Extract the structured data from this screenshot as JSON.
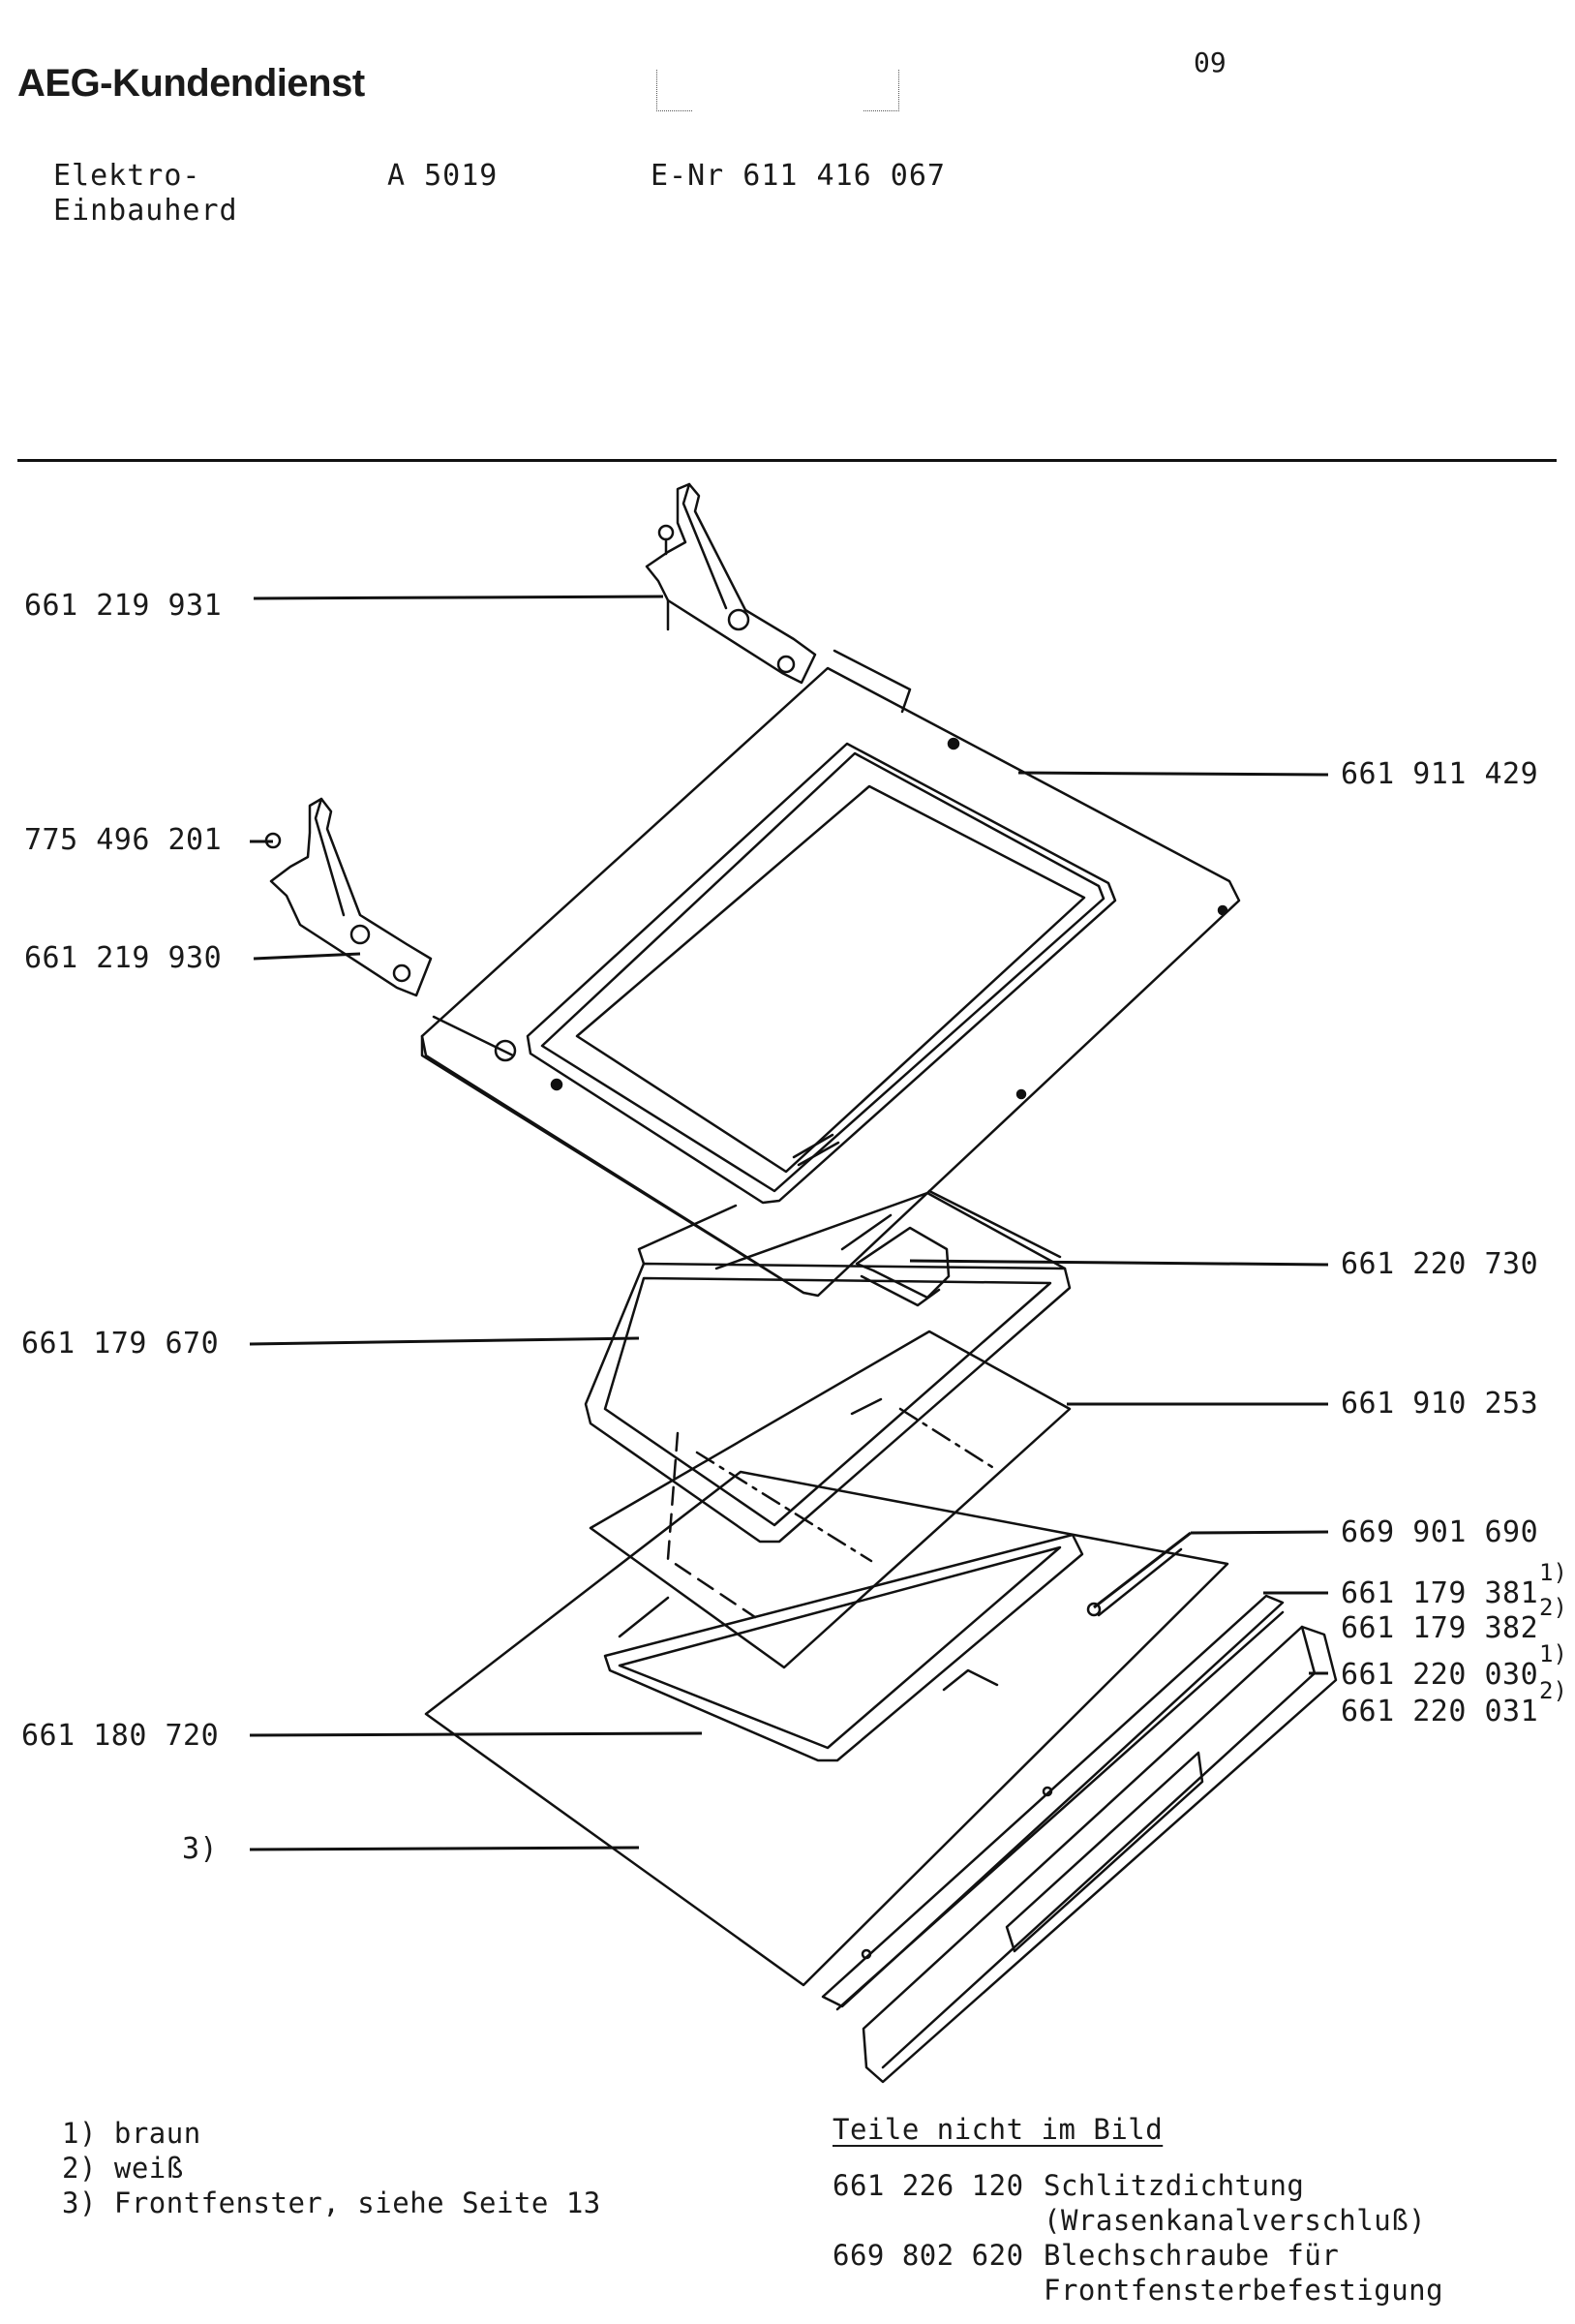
{
  "header": {
    "brand": "AEG-Kundendienst",
    "page_number": "09",
    "appliance_line1": "Elektro-",
    "appliance_line2": "Einbauherd",
    "model": "A 5019",
    "e_nr": "E-Nr 611 416 067"
  },
  "callouts": [
    {
      "part_no": "661 219 931"
    },
    {
      "part_no": "775 496 201"
    },
    {
      "part_no": "661 219 930"
    },
    {
      "part_no": "661 179 670"
    },
    {
      "part_no": "661 180 720"
    },
    {
      "part_no": "3)"
    },
    {
      "part_no": "661 911 429"
    },
    {
      "part_no": "661 220 730"
    },
    {
      "part_no": "661 910 253"
    },
    {
      "part_no": "669 901 690"
    },
    {
      "part_no": "661 179 381",
      "note": "1)"
    },
    {
      "part_no": "661 179 382",
      "note": "2)"
    },
    {
      "part_no": "661 220 030",
      "note": "1)"
    },
    {
      "part_no": "661 220 031",
      "note": "2)"
    }
  ],
  "footnotes": [
    "1) braun",
    "2) weiß",
    "3) Frontfenster, siehe Seite 13"
  ],
  "parts_not_shown": {
    "heading": "Teile nicht im Bild",
    "items": [
      {
        "part_no": "661 226 120",
        "line1": "Schlitzdichtung",
        "line2": "(Wrasenkanalverschluß)"
      },
      {
        "part_no": "669 802 620",
        "line1": "Blechschraube für",
        "line2": "Frontfensterbefestigung"
      }
    ]
  }
}
